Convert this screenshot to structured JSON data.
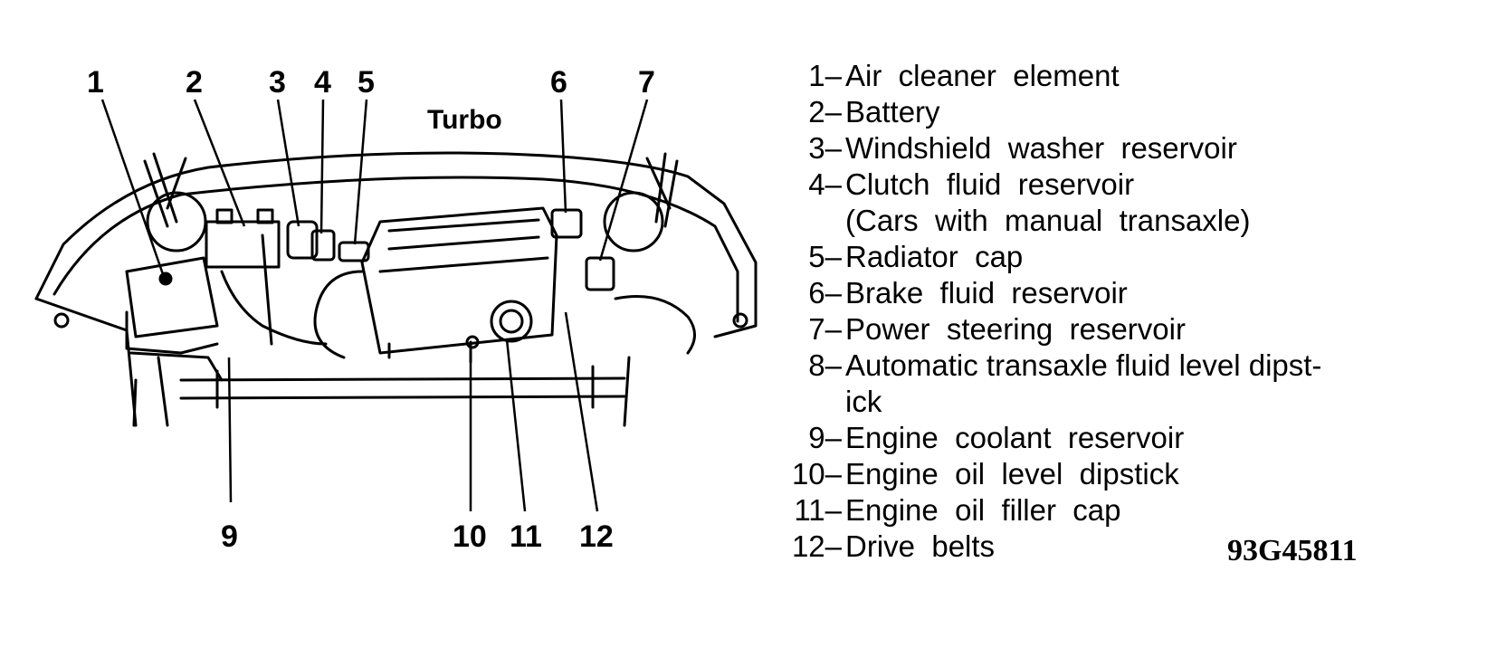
{
  "diagram": {
    "variant_label": "Turbo",
    "callouts": {
      "top": [
        "1",
        "2",
        "3",
        "4",
        "5",
        "6",
        "7"
      ],
      "bottom": [
        "9",
        "10",
        "11",
        "12"
      ]
    }
  },
  "legend": [
    {
      "num": "1–",
      "text": "Air  cleaner  element"
    },
    {
      "num": "2–",
      "text": "Battery"
    },
    {
      "num": "3–",
      "text": "Windshield  washer  reservoir"
    },
    {
      "num": "4–",
      "text": "Clutch  fluid  reservoir",
      "cont": "(Cars  with  manual  transaxle)"
    },
    {
      "num": "5–",
      "text": "Radiator  cap"
    },
    {
      "num": "6–",
      "text": "Brake  fluid  reservoir"
    },
    {
      "num": "7–",
      "text": "Power  steering  reservoir"
    },
    {
      "num": "8–",
      "text": "Automatic transaxle fluid level dipst-",
      "cont": "ick"
    },
    {
      "num": "9–",
      "text": "Engine  coolant  reservoir"
    },
    {
      "num": "10–",
      "text": "Engine  oil  level  dipstick"
    },
    {
      "num": "11–",
      "text": "Engine  oil  filler  cap"
    },
    {
      "num": "12–",
      "text": "Drive  belts"
    }
  ],
  "figure_code": "93G45811"
}
